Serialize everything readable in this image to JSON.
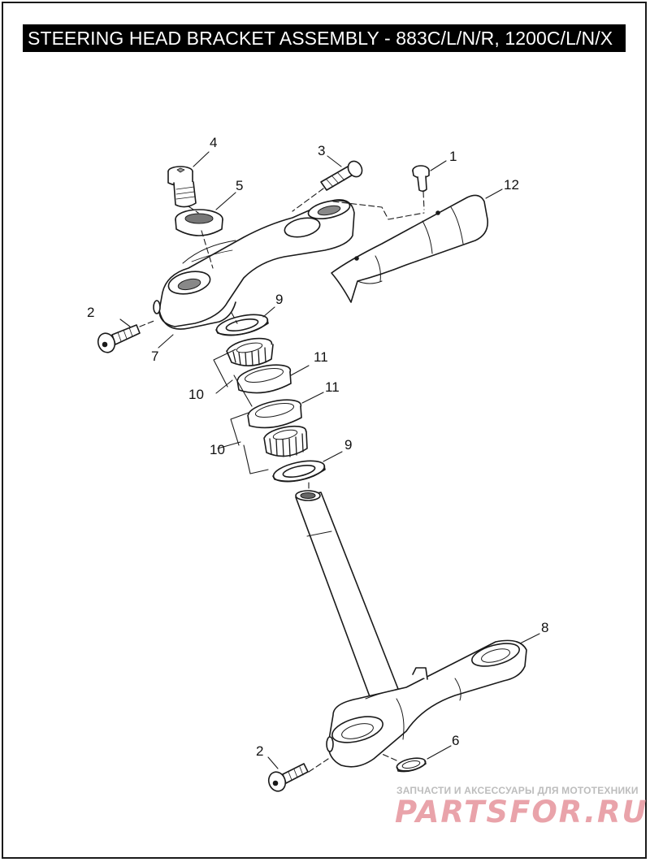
{
  "title": "STEERING HEAD BRACKET ASSEMBLY - 883C/L/N/R, 1200C/L/N/X",
  "callouts": {
    "c1": "1",
    "c2a": "2",
    "c2b": "2",
    "c3": "3",
    "c4": "4",
    "c5": "5",
    "c6": "6",
    "c7": "7",
    "c8": "8",
    "c9a": "9",
    "c9b": "9",
    "c10a": "10",
    "c10b": "10",
    "c11a": "11",
    "c11b": "11",
    "c12": "12"
  },
  "watermark": {
    "subtitle": "ЗАПЧАСТИ И АКСЕССУАРЫ ДЛЯ МОТОТЕХНИКИ",
    "logo": "PARTSFOR.RU"
  },
  "colors": {
    "line": "#1a1a1a",
    "title_bg": "#000000",
    "title_text": "#ffffff",
    "watermark_logo": "#e9a3aa",
    "watermark_text": "#bdbdbd"
  }
}
